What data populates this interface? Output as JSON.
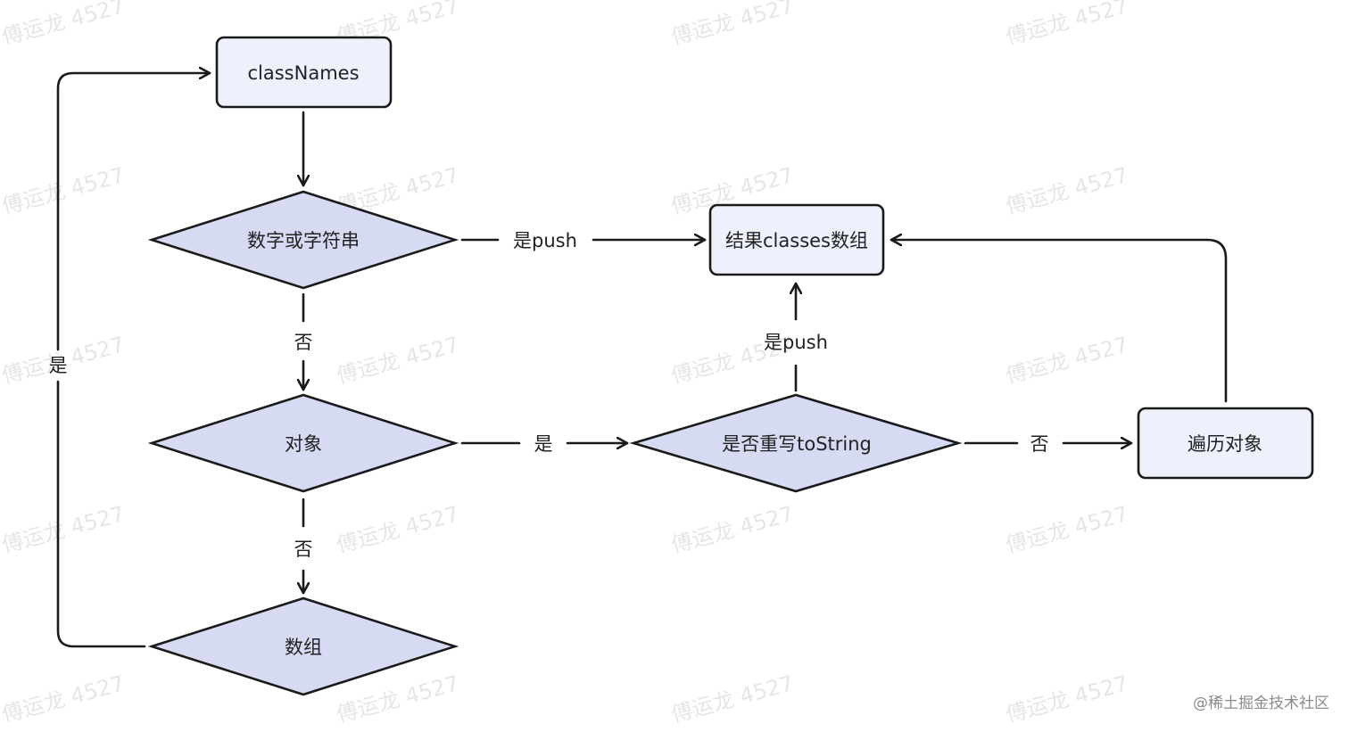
{
  "diagram": {
    "colors": {
      "box_fill": "#eef1fb",
      "diamond_fill": "#d6dbf3",
      "stroke": "#1a1a1a"
    },
    "nodes": {
      "classnames": "classNames",
      "num_or_str": "数字或字符串",
      "object": "对象",
      "array": "数组",
      "result": "结果classes数组",
      "override_tostring": "是否重写toString",
      "iterate_object": "遍历对象"
    },
    "edges": {
      "num_to_result": "是push",
      "num_to_object": "否",
      "object_to_override": "是",
      "object_to_array": "否",
      "array_to_classnames": "是",
      "override_to_result": "是push",
      "override_to_iterate": "否"
    }
  },
  "watermark": {
    "text": "傅运龙 4527"
  },
  "brand": {
    "text": "@稀土掘金技术社区"
  }
}
